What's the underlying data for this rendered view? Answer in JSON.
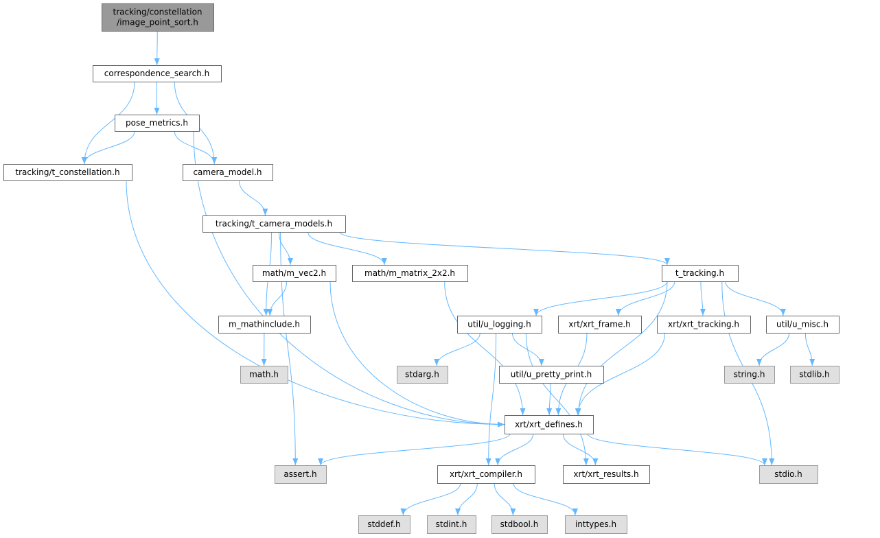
{
  "graph": {
    "nodes": [
      {
        "id": "root",
        "lines": [
          "tracking/constellation",
          "/image_point_sort.h"
        ],
        "kind": "root"
      },
      {
        "id": "cs",
        "lines": [
          "correspondence_search.h"
        ],
        "kind": "file"
      },
      {
        "id": "pose",
        "lines": [
          "pose_metrics.h"
        ],
        "kind": "file"
      },
      {
        "id": "tcon",
        "lines": [
          "tracking/t_constellation.h"
        ],
        "kind": "file"
      },
      {
        "id": "cam",
        "lines": [
          "camera_model.h"
        ],
        "kind": "file"
      },
      {
        "id": "tcm",
        "lines": [
          "tracking/t_camera_models.h"
        ],
        "kind": "file"
      },
      {
        "id": "vec2",
        "lines": [
          "math/m_vec2.h"
        ],
        "kind": "file"
      },
      {
        "id": "matrix",
        "lines": [
          "math/m_matrix_2x2.h"
        ],
        "kind": "file"
      },
      {
        "id": "ttrack",
        "lines": [
          "t_tracking.h"
        ],
        "kind": "file"
      },
      {
        "id": "mathinc",
        "lines": [
          "m_mathinclude.h"
        ],
        "kind": "file"
      },
      {
        "id": "ulog",
        "lines": [
          "util/u_logging.h"
        ],
        "kind": "file"
      },
      {
        "id": "frame",
        "lines": [
          "xrt/xrt_frame.h"
        ],
        "kind": "file"
      },
      {
        "id": "xtrack",
        "lines": [
          "xrt/xrt_tracking.h"
        ],
        "kind": "file"
      },
      {
        "id": "misc",
        "lines": [
          "util/u_misc.h"
        ],
        "kind": "file"
      },
      {
        "id": "math",
        "lines": [
          "math.h"
        ],
        "kind": "sys"
      },
      {
        "id": "stdarg",
        "lines": [
          "stdarg.h"
        ],
        "kind": "sys"
      },
      {
        "id": "pretty",
        "lines": [
          "util/u_pretty_print.h"
        ],
        "kind": "file"
      },
      {
        "id": "string",
        "lines": [
          "string.h"
        ],
        "kind": "sys"
      },
      {
        "id": "stdlib",
        "lines": [
          "stdlib.h"
        ],
        "kind": "sys"
      },
      {
        "id": "defines",
        "lines": [
          "xrt/xrt_defines.h"
        ],
        "kind": "file"
      },
      {
        "id": "assert",
        "lines": [
          "assert.h"
        ],
        "kind": "sys"
      },
      {
        "id": "compiler",
        "lines": [
          "xrt/xrt_compiler.h"
        ],
        "kind": "file"
      },
      {
        "id": "results",
        "lines": [
          "xrt/xrt_results.h"
        ],
        "kind": "file"
      },
      {
        "id": "stdio",
        "lines": [
          "stdio.h"
        ],
        "kind": "sys"
      },
      {
        "id": "stddef",
        "lines": [
          "stddef.h"
        ],
        "kind": "sys"
      },
      {
        "id": "stdint",
        "lines": [
          "stdint.h"
        ],
        "kind": "sys"
      },
      {
        "id": "stdbool",
        "lines": [
          "stdbool.h"
        ],
        "kind": "sys"
      },
      {
        "id": "inttypes",
        "lines": [
          "inttypes.h"
        ],
        "kind": "sys"
      }
    ],
    "edges": [
      [
        "root",
        "cs"
      ],
      [
        "cs",
        "pose"
      ],
      [
        "cs",
        "tcon"
      ],
      [
        "cs",
        "cam"
      ],
      [
        "pose",
        "tcon"
      ],
      [
        "pose",
        "cam"
      ],
      [
        "pose",
        "defines"
      ],
      [
        "tcon",
        "defines"
      ],
      [
        "cam",
        "tcm"
      ],
      [
        "tcm",
        "vec2"
      ],
      [
        "tcm",
        "matrix"
      ],
      [
        "tcm",
        "ttrack"
      ],
      [
        "tcm",
        "mathinc"
      ],
      [
        "tcm",
        "assert"
      ],
      [
        "vec2",
        "mathinc"
      ],
      [
        "vec2",
        "defines"
      ],
      [
        "matrix",
        "defines"
      ],
      [
        "mathinc",
        "math"
      ],
      [
        "ttrack",
        "ulog"
      ],
      [
        "ttrack",
        "frame"
      ],
      [
        "ttrack",
        "xtrack"
      ],
      [
        "ttrack",
        "misc"
      ],
      [
        "ttrack",
        "defines"
      ],
      [
        "ttrack",
        "stdio"
      ],
      [
        "ulog",
        "stdarg"
      ],
      [
        "ulog",
        "pretty"
      ],
      [
        "ulog",
        "compiler"
      ],
      [
        "ulog",
        "results"
      ],
      [
        "frame",
        "defines"
      ],
      [
        "xtrack",
        "defines"
      ],
      [
        "misc",
        "string"
      ],
      [
        "misc",
        "stdlib"
      ],
      [
        "pretty",
        "defines"
      ],
      [
        "defines",
        "assert"
      ],
      [
        "defines",
        "compiler"
      ],
      [
        "defines",
        "results"
      ],
      [
        "defines",
        "stdio"
      ],
      [
        "compiler",
        "stddef"
      ],
      [
        "compiler",
        "stdint"
      ],
      [
        "compiler",
        "stdbool"
      ],
      [
        "compiler",
        "inttypes"
      ]
    ],
    "colors": {
      "edge": "#63b8ff",
      "root_fill": "#999999",
      "system_fill": "#e0e0e0"
    }
  }
}
